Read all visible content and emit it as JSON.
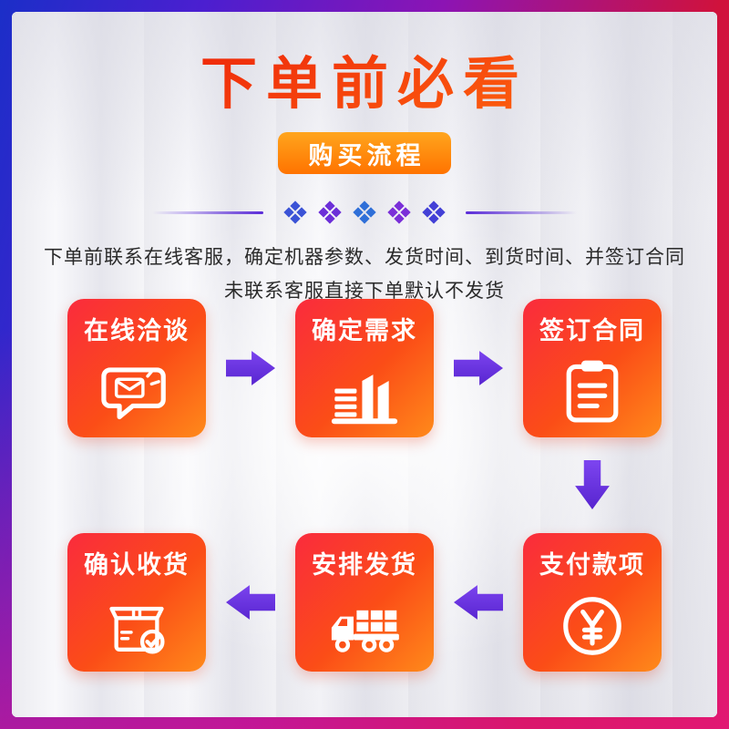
{
  "header": {
    "title": "下单前必看",
    "badge": "购买流程"
  },
  "notice": {
    "line1": "下单前联系在线客服，确定机器参数、发货时间、到货时间、并签订合同",
    "line2": "未联系客服直接下单默认不发货"
  },
  "steps": [
    {
      "label": "在线洽谈",
      "icon": "chat-envelope-icon"
    },
    {
      "label": "确定需求",
      "icon": "factory-icon"
    },
    {
      "label": "签订合同",
      "icon": "contract-clipboard-icon"
    },
    {
      "label": "支付款项",
      "icon": "payment-yuan-icon"
    },
    {
      "label": "安排发货",
      "icon": "delivery-truck-icon"
    },
    {
      "label": "确认收货",
      "icon": "package-check-icon"
    }
  ],
  "divider": {
    "icon": "diamond-cluster-icon",
    "cluster_count": 5
  },
  "arrows": [
    "arrow-right-icon",
    "arrow-right-icon",
    "arrow-down-icon",
    "arrow-left-icon",
    "arrow-left-icon"
  ],
  "colors": {
    "frame_blue": "#1b2ec8",
    "frame_magenta": "#e0187e",
    "title_red": "#e8290c",
    "badge_orange": "#ff7300",
    "card_gradient_start": "#fa2b3d",
    "card_gradient_end": "#ff8a1a",
    "arrow_purple": "#6a2fe0",
    "note_text": "#2b2b2b"
  }
}
